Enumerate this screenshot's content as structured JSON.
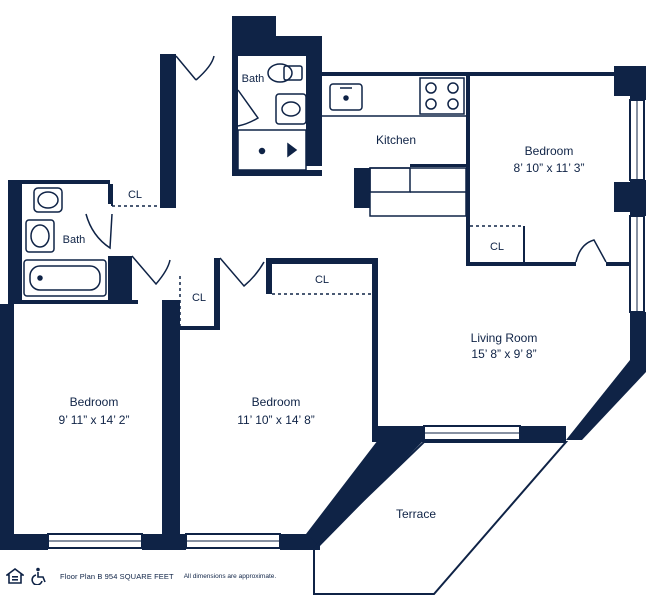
{
  "rooms": {
    "bath_top": "Bath",
    "bath_left": "Bath",
    "kitchen": "Kitchen",
    "bedroom_right": {
      "name": "Bedroom",
      "dims": "8’ 10” x 11’ 3”"
    },
    "living": {
      "name": "Living Room",
      "dims": "15’ 8” x 9’ 8”"
    },
    "bedroom_left": {
      "name": "Bedroom",
      "dims": "9’ 11” x 14’ 2”"
    },
    "bedroom_mid": {
      "name": "Bedroom",
      "dims": "11’ 10” x 14’ 8”"
    },
    "terrace": "Terrace"
  },
  "closets": {
    "cl_hall": "CL",
    "cl_bedroom_right": "CL",
    "cl_mid_left": "CL",
    "cl_mid_top": "CL"
  },
  "footer": {
    "plan_text": "Floor Plan B 954 SQUARE FEET",
    "note": "All dimensions are approximate."
  },
  "icons": [
    "equal-housing-icon",
    "wheelchair-accessible-icon"
  ],
  "colors": {
    "wall": "#0f2346",
    "background": "#ffffff"
  }
}
